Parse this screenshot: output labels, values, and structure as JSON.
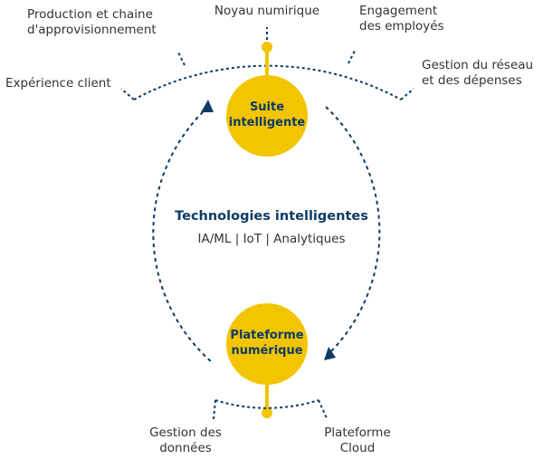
{
  "colors": {
    "primary": "#0d3b66",
    "accent": "#f2c500",
    "text": "#333333"
  },
  "top_labels": {
    "noyau": "Noyau numirique",
    "production": [
      "Production et chaine",
      "d'approvisionnement"
    ],
    "engagement": [
      "Engagement",
      "des employés"
    ],
    "experience": "Expérience client",
    "gestion_reseau": [
      "Gestion du réseau",
      "et des dépenses"
    ]
  },
  "suite_circle": [
    "Suite",
    "intelligente"
  ],
  "center": {
    "title": "Technologies intelligentes",
    "subtitle": "IA/ML | IoT | Analytiques"
  },
  "plateforme_circle": [
    "Plateforme",
    "numérique"
  ],
  "bottom_labels": {
    "gestion_donnees": [
      "Gestion des",
      "données"
    ],
    "cloud": [
      "Plateforme",
      "Cloud"
    ]
  }
}
